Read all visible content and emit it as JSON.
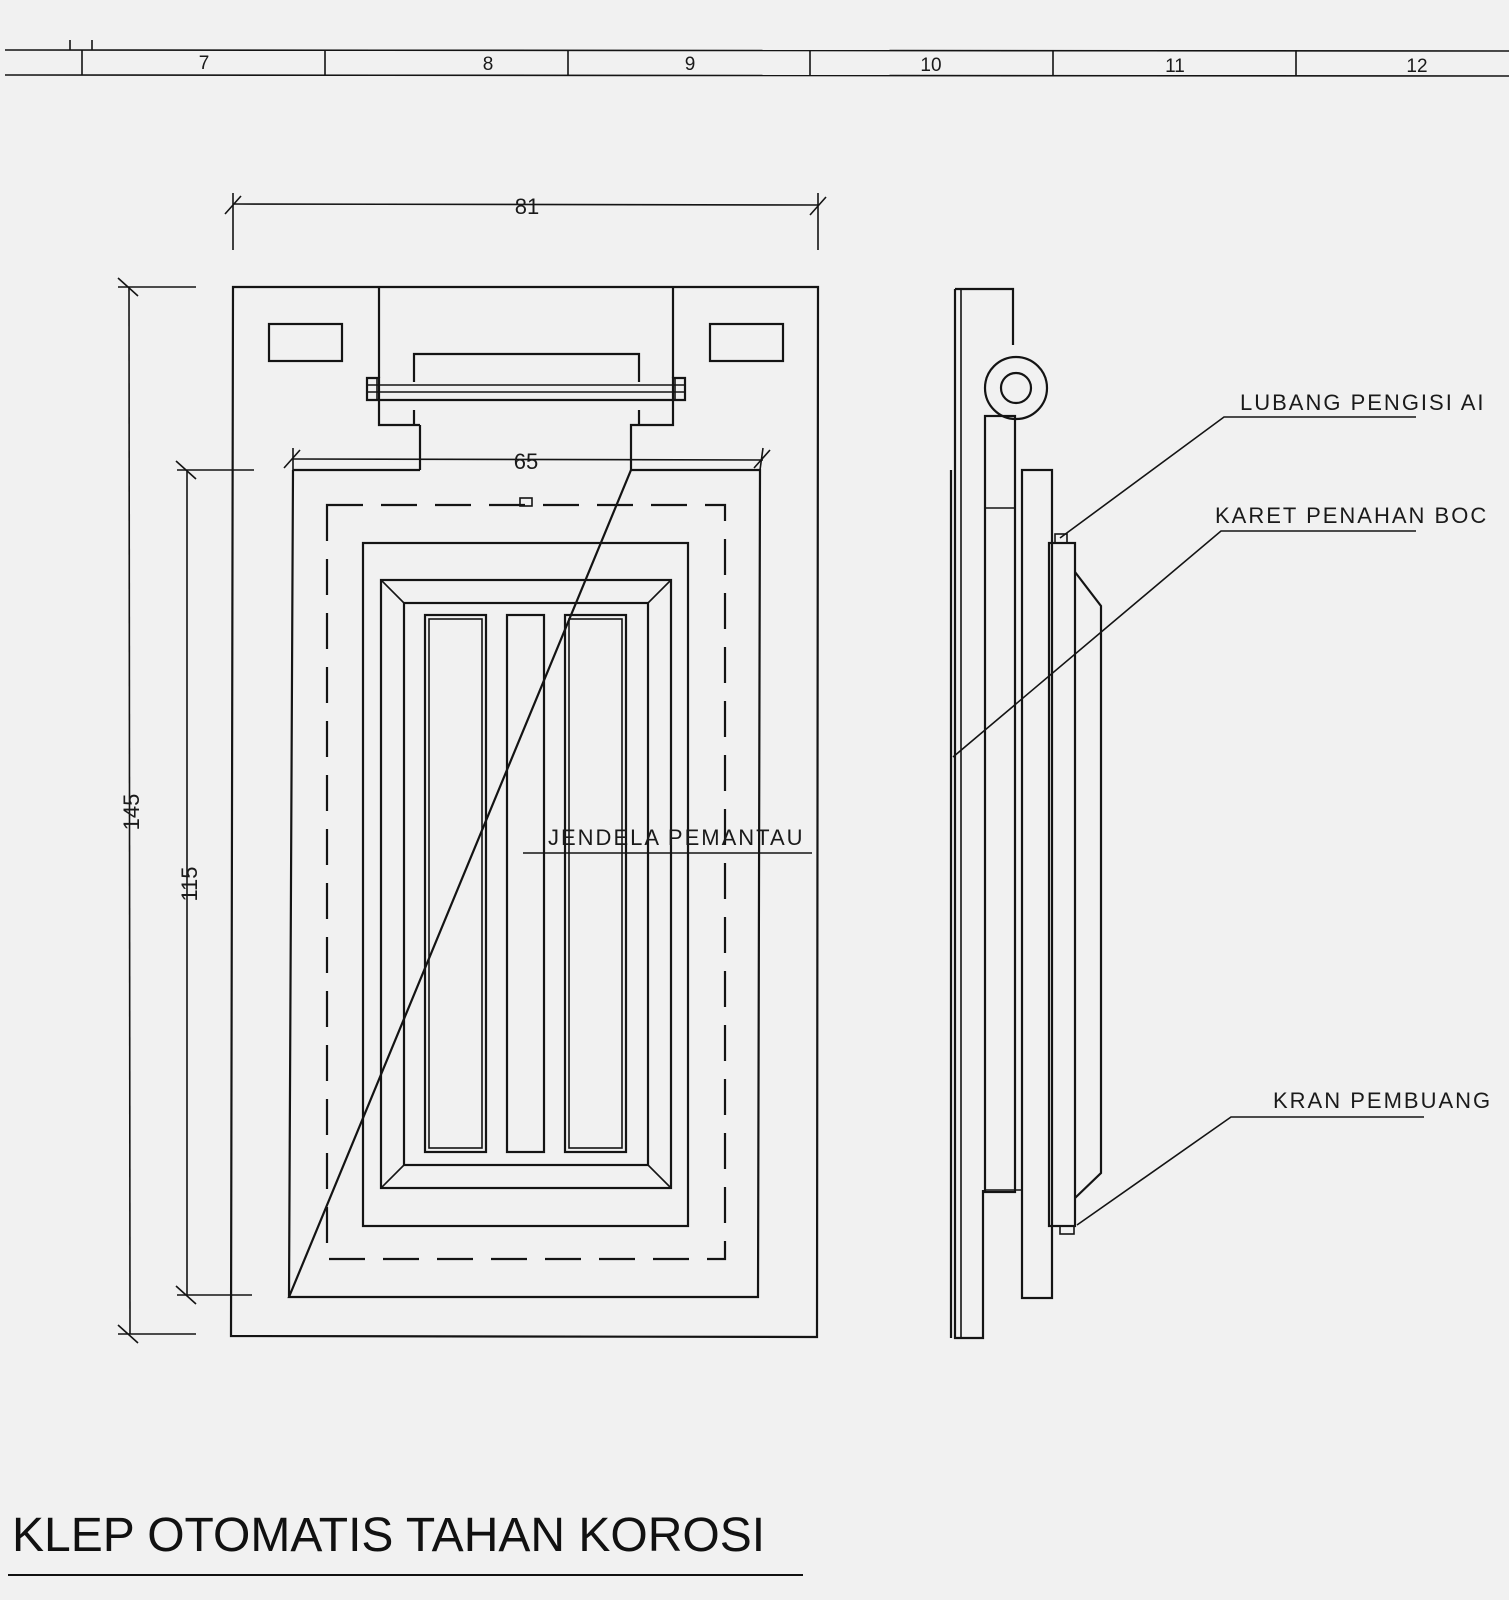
{
  "ruler": {
    "zones": [
      "7",
      "8",
      "9",
      "10",
      "11",
      "12"
    ]
  },
  "dimensions": {
    "overall_width": "81",
    "inner_width": "65",
    "overall_height": "145",
    "inner_height": "115"
  },
  "callouts": {
    "window": "JENDELA PEMANTAU",
    "filler": "LUBANG PENGISI AI",
    "seal": "KARET PENAHAN BOC",
    "drain": "KRAN PEMBUANG"
  },
  "title": "KLEP OTOMATIS TAHAN KOROSI"
}
